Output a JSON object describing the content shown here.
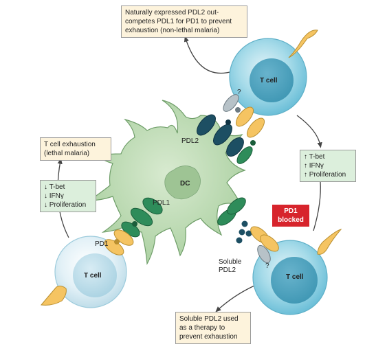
{
  "notes": {
    "top": [
      "Naturally expressed PDL2 out-",
      "competes PDL1 for PD1 to prevent",
      "exhaustion (non-lethal malaria)"
    ],
    "left": [
      "T cell exhaustion",
      "(lethal malaria)"
    ],
    "bottom": [
      "Soluble PDL2 used",
      "as a therapy to",
      "prevent exhaustion"
    ]
  },
  "effects": {
    "decrease": [
      "↓ T-bet",
      "↓ IFNγ",
      "↓ Proliferation"
    ],
    "increase": [
      "↑ T-bet",
      "↑ IFNγ",
      "↑ Proliferation"
    ]
  },
  "blocked": [
    "PD1",
    "blocked"
  ],
  "labels": {
    "dc": "DC",
    "pdl2": "PDL2",
    "pdl1": "PDL1",
    "pd1": "PD1",
    "soluble": [
      "Soluble",
      "PDL2"
    ],
    "question": "?",
    "tcell": "T cell"
  },
  "colors": {
    "dc_fill": "#bcd9b2",
    "tcell_dark": "#7cc6dc",
    "tcell_light": "#cfe8f1",
    "pd1": "#f5c462",
    "pdl1": "#2e8c5a",
    "pdl2": "#1d4f63",
    "blocked": "#d7242c"
  }
}
